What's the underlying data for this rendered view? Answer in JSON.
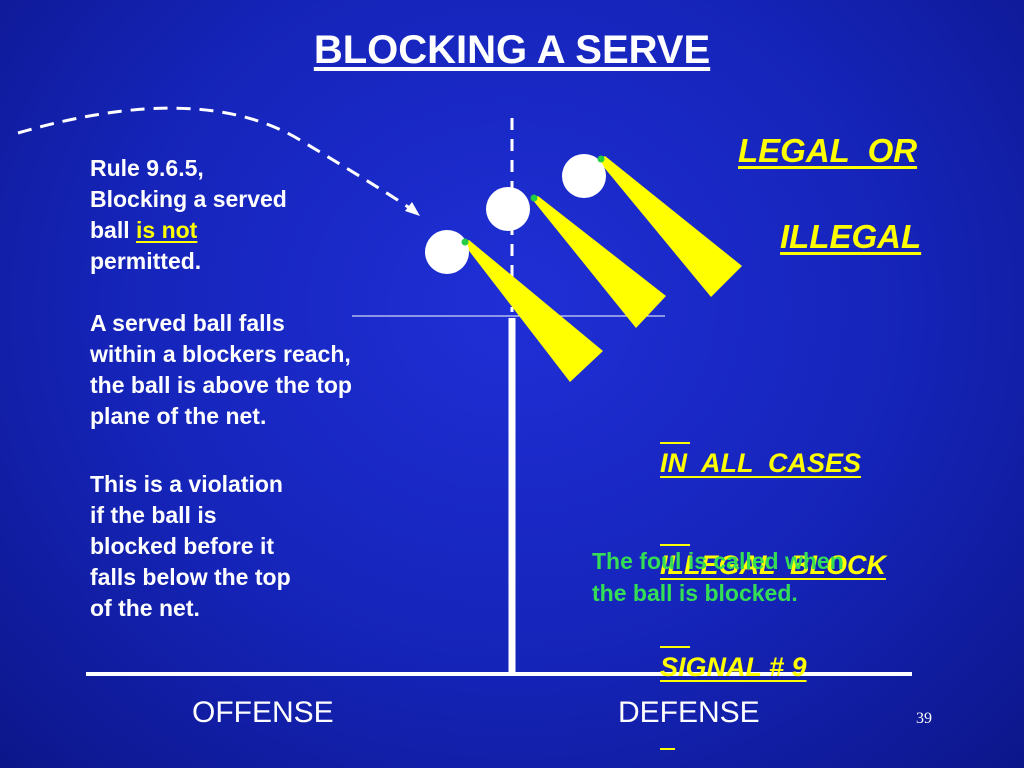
{
  "slide": {
    "title": "BLOCKING A SERVE",
    "rule_line1": "Rule 9.6.5,",
    "rule_line2": "Blocking a served",
    "rule_line3_prefix": "ball ",
    "rule_line3_emphasis": "is not",
    "rule_line4": "permitted.",
    "para2_lines": [
      "A served ball falls",
      "within a blockers reach,",
      "the ball is above the top",
      "plane of the net."
    ],
    "para3_lines": [
      "This is a violation",
      "if the ball is",
      "blocked before it",
      "falls below the top",
      "of the net."
    ],
    "legal_or": "LEGAL  OR",
    "illegal": "ILLEGAL",
    "cases_lines": [
      "IN  ALL  CASES",
      "ILLEGAL  BLOCK",
      "SIGNAL # 9"
    ],
    "foul_lines": [
      "The foul is called when",
      "the ball is blocked."
    ],
    "offense": "OFFENSE",
    "defense": "DEFENSE",
    "page_number": "39"
  },
  "colors": {
    "background": "#1524b8",
    "text": "#ffffff",
    "highlight": "#ffff00",
    "green_text": "#33dd55"
  }
}
